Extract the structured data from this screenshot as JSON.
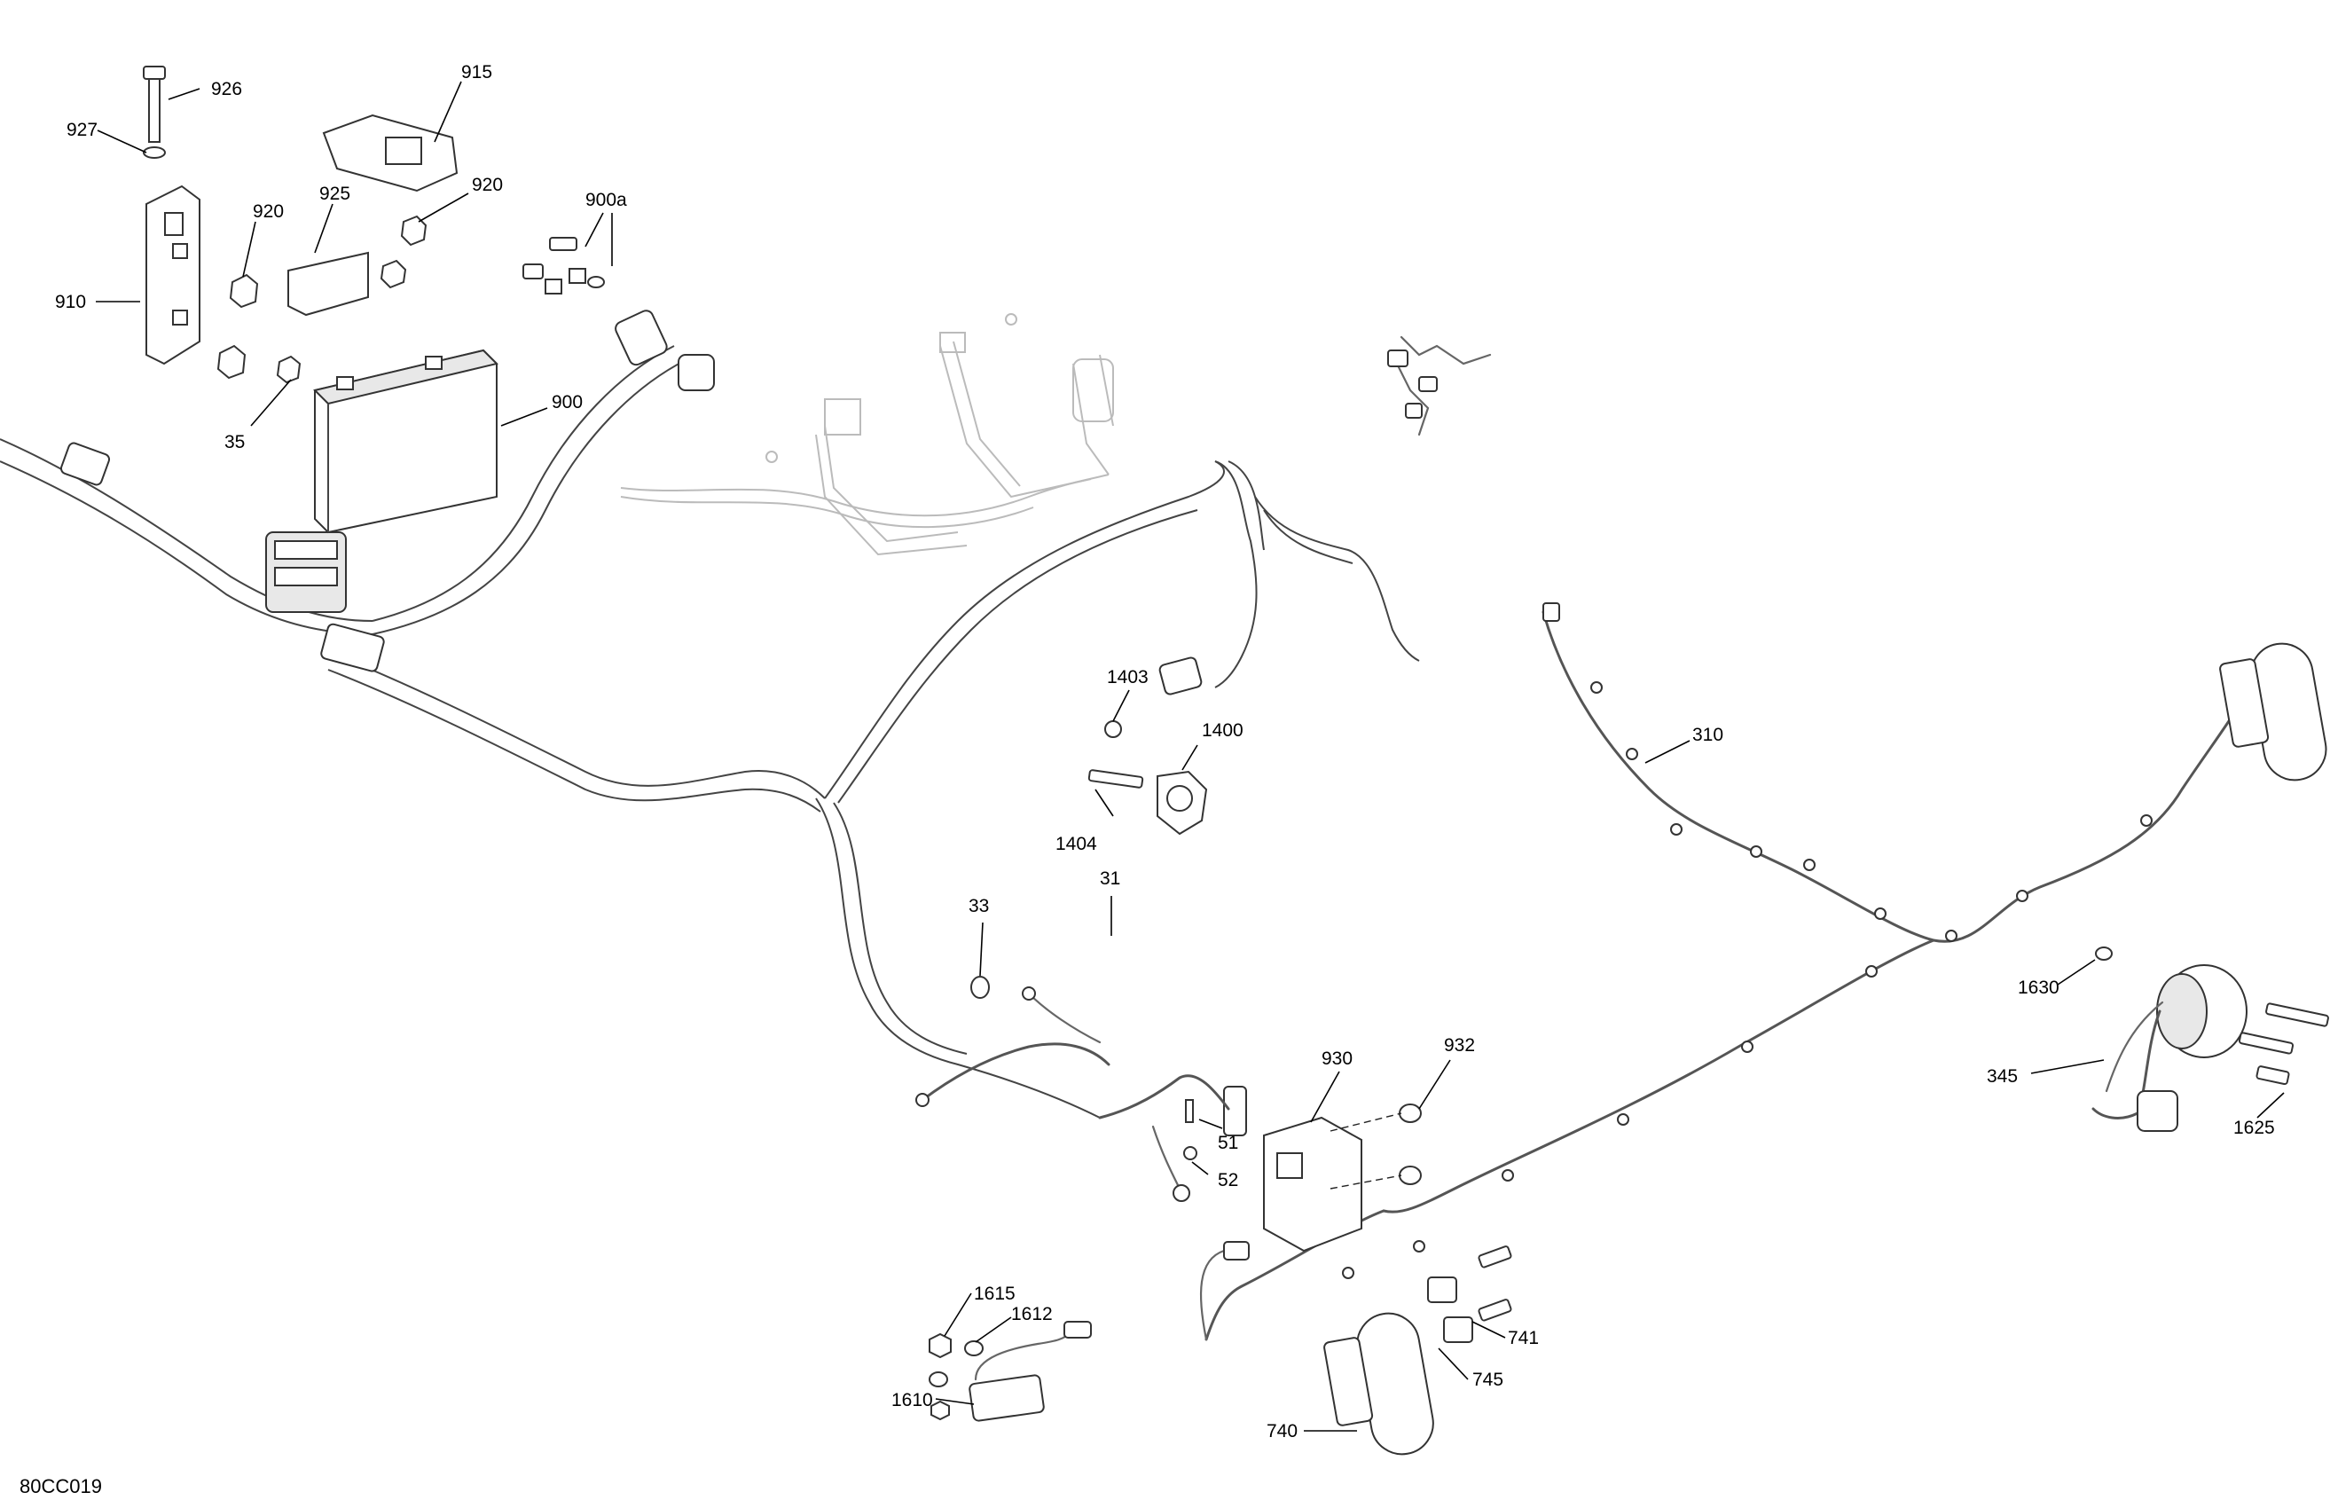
{
  "diagram_code": "80CC019",
  "callouts": {
    "c926": "926",
    "c927": "927",
    "c915": "915",
    "c925": "925",
    "c920a": "920",
    "c920b": "920",
    "c900a": "900a",
    "c910": "910",
    "c35": "35",
    "c900": "900",
    "c1403": "1403",
    "c1400": "1400",
    "c1404": "1404",
    "c310": "310",
    "c33": "33",
    "c31": "31",
    "c930": "930",
    "c932": "932",
    "c51": "51",
    "c52": "52",
    "c1630": "1630",
    "c345": "345",
    "c1625": "1625",
    "c1615": "1615",
    "c1612": "1612",
    "c1610": "1610",
    "c741": "741",
    "c745": "745",
    "c740": "740"
  }
}
